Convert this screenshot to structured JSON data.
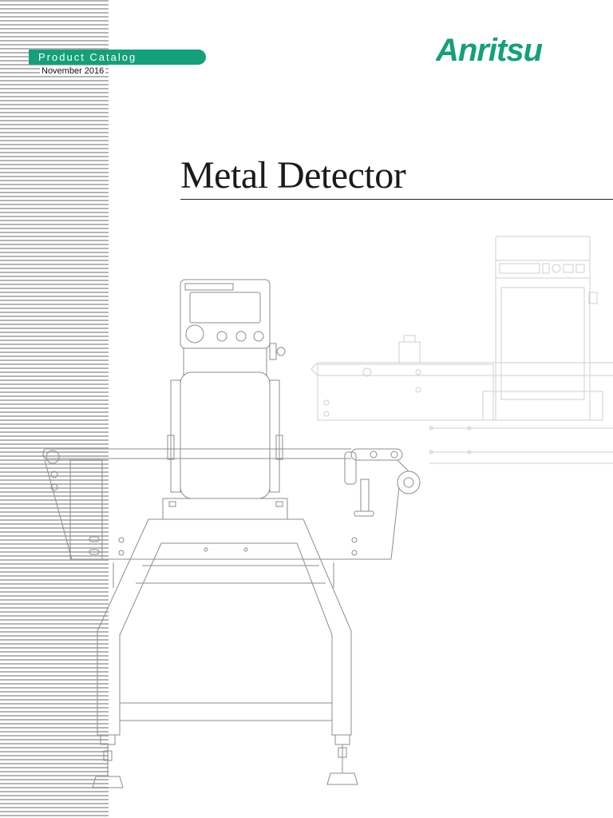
{
  "header": {
    "catalog_label": "Product Catalog",
    "date": "November 2016",
    "brand": "Anritsu"
  },
  "title": "Metal Detector",
  "colors": {
    "brand_green": "#14a07a",
    "stripe_gray": "#b4b4b4",
    "line_drawing": "#9a9a9a"
  },
  "illustration": "metal-detector-line-drawing"
}
